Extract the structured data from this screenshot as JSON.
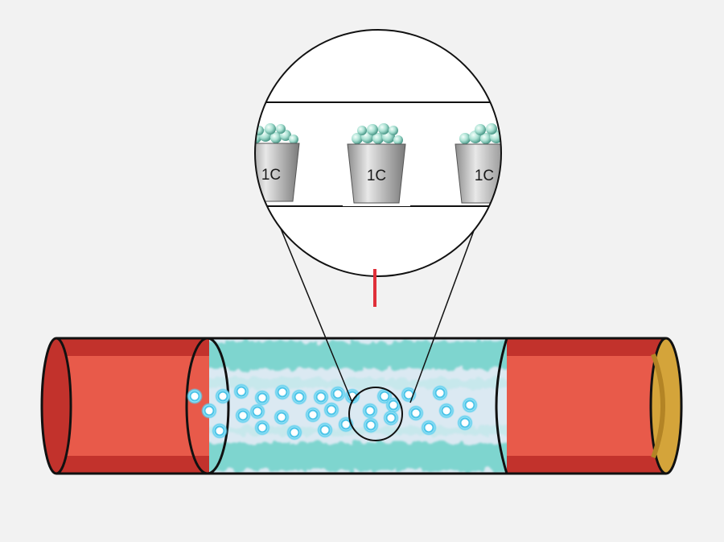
{
  "figure": {
    "buckets": [
      {
        "label": "1C"
      },
      {
        "label": "1C"
      },
      {
        "label": "1C"
      }
    ],
    "colors": {
      "background": "#f2f2f2",
      "wire_red": "#e85a4a",
      "wire_dark_red": "#c2322c",
      "wire_end_gold": "#d4a43a",
      "conductor_glass": "#dbe9f2",
      "conductor_band": "#6fd1c9",
      "electron": "#5fd0ef",
      "current_marker": "#e0303a",
      "outline": "#111111"
    }
  }
}
